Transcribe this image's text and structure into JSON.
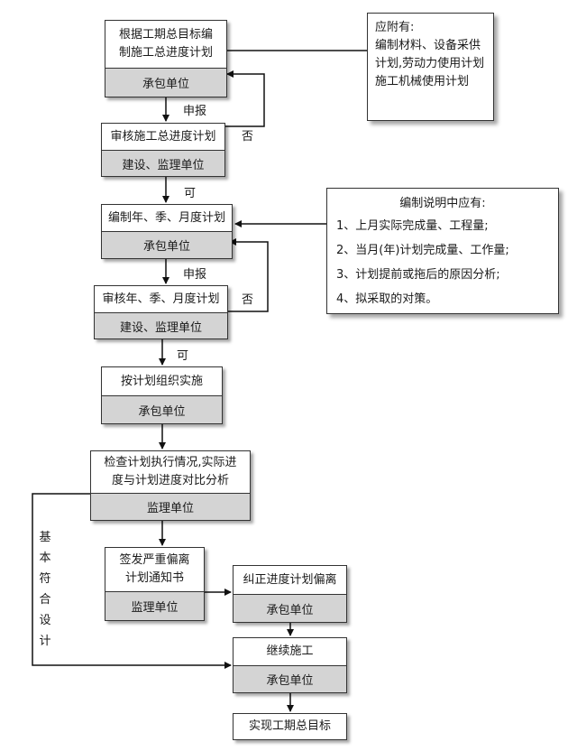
{
  "nodes": {
    "n1": {
      "title": "根据工期总目标编\n制施工总进度计划",
      "sub": "承包单位"
    },
    "n2": {
      "title": "审核施工总进度计划",
      "sub": "建设、监理单位"
    },
    "n3": {
      "title": "编制年、季、月度计划",
      "sub": "承包单位"
    },
    "n4": {
      "title": "审核年、季、月度计划",
      "sub": "建设、监理单位"
    },
    "n5": {
      "title": "按计划组织实施",
      "sub": "承包单位"
    },
    "n6": {
      "title": "检查计划执行情况,实际进\n度与计划进度对比分析",
      "sub": "监理单位"
    },
    "n7": {
      "title": "签发严重偏离\n计划通知书",
      "sub": "监理单位"
    },
    "n8": {
      "title": "纠正进度计划偏离",
      "sub": "承包单位"
    },
    "n9": {
      "title": "继续施工",
      "sub": "承包单位"
    },
    "n10": {
      "title": "实现工期总目标"
    }
  },
  "notes": {
    "note1": {
      "title": "应附有:",
      "body": "编制材料、设备采供计划,劳动力使用计划施工机械使用计划"
    },
    "note2": {
      "title": "编制说明中应有:",
      "items": [
        "1、上月实际完成量、工程量;",
        "2、当月(年)计划完成量、工作量;",
        "3、计划提前或拖后的原因分析;",
        "4、拟采取的对策。"
      ]
    }
  },
  "labels": {
    "report1": "申报",
    "no1": "否",
    "ok1": "可",
    "report2": "申报",
    "no2": "否",
    "ok2": "可",
    "basic": [
      "基",
      "本",
      "符",
      "合",
      "设",
      "计"
    ]
  }
}
